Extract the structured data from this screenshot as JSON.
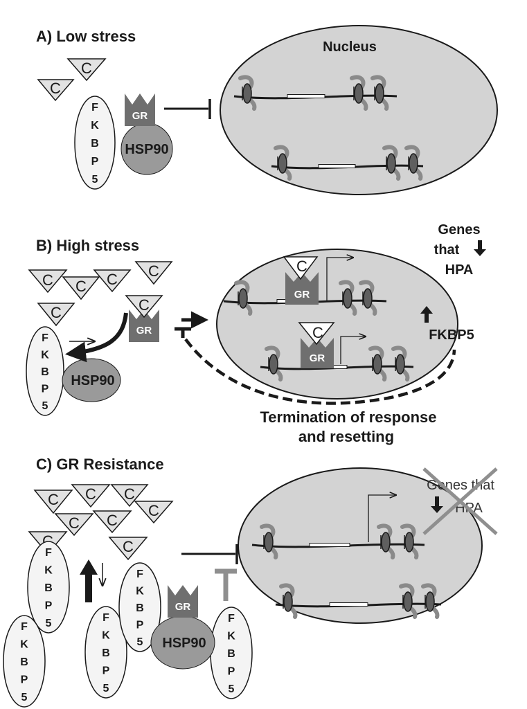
{
  "panels": {
    "a": {
      "title": "A) Low stress",
      "nucleus_label": "Nucleus"
    },
    "b": {
      "title": "B) High stress",
      "genes_line1": "Genes",
      "genes_line2": "that",
      "genes_line3": "HPA",
      "fkbp5_up": "FKBP5",
      "termination_line1": "Termination of response",
      "termination_line2": "and resetting"
    },
    "c": {
      "title": "C) GR Resistance",
      "genes_line1": "Genes that",
      "genes_line2": "HPA"
    }
  },
  "labels": {
    "cortisol": "C",
    "gr": "GR",
    "hsp90": "HSP90",
    "fkbp5_letters": [
      "F",
      "K",
      "B",
      "P",
      "5"
    ]
  },
  "colors": {
    "nucleus_fill": "#d3d3d3",
    "hsp90_fill": "#9a9a9a",
    "gr_fill": "#6f6f6f",
    "triangle_fill": "#e2e2e2",
    "fkbp5_fill": "#f4f4f4",
    "histone_fill": "#8a8a8a",
    "dna_line": "#1a1a1a",
    "cross_color": "#8f8f8f"
  }
}
